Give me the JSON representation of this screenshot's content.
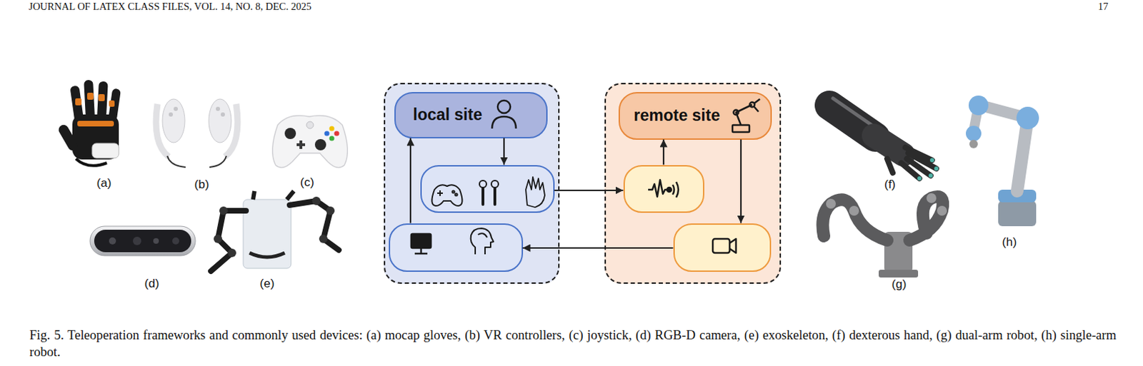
{
  "diagram": {
    "caption": "Fig. 5. Teleoperation frameworks and commonly used devices: (a) mocap gloves, (b) VR controllers, (c) joystick, (d) RGB-D camera, (e) exoskeleton, (f) dexterous hand, (g) dual-arm robot, (h) single-arm robot.",
    "nodes": [
      {
        "text": []
      },
      {
        "text": [
          "local site"
        ],
        "in": 0
      },
      {
        "text": [],
        "in": 0
      },
      {
        "text": [],
        "in": 0
      },
      {
        "text": []
      },
      {
        "text": [
          "remote site"
        ],
        "in": 4
      },
      {
        "text": [],
        "in": 4
      },
      {
        "text": [],
        "in": 4
      }
    ],
    "edges": [
      {
        "from": 1,
        "to": 2,
        "arrow": "to"
      },
      {
        "from": 2,
        "to": 6,
        "arrow": "to"
      },
      {
        "from": 6,
        "to": 5,
        "arrow": "to"
      },
      {
        "from": 5,
        "to": 7,
        "arrow": "to"
      },
      {
        "from": 7,
        "to": 3,
        "arrow": "to"
      },
      {
        "from": 3,
        "to": 1,
        "arrow": "to"
      }
    ],
    "labels": [
      "JOURNAL OF LATEX CLASS FILES, VOL. 14, NO. 8, DEC. 2025",
      "17",
      "(a)",
      "(b)",
      "(c)",
      "(d)",
      "(e)",
      "(f)",
      "(g)",
      "(h)"
    ]
  }
}
